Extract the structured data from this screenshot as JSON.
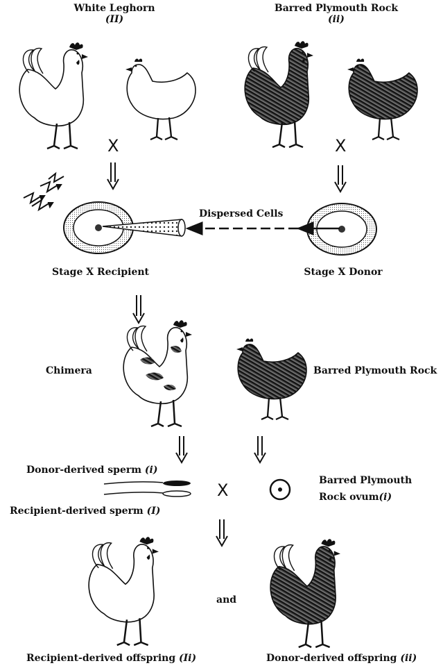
{
  "title_left": {
    "name": "White Leghorn",
    "code": "(II)"
  },
  "title_right": {
    "name": "Barred Plymouth Rock",
    "code": "(ii)"
  },
  "cross_symbol": "X",
  "dispersed_cells": "Dispersed Cells",
  "stage_recipient": "Stage X Recipient",
  "stage_donor": "Stage X Donor",
  "chimera": "Chimera",
  "barred_rock_mid": "Barred Plymouth Rock",
  "donor_sperm": {
    "text": "Donor-derived sperm ",
    "code": "(i)"
  },
  "recipient_sperm": {
    "text": "Recipient-derived sperm ",
    "code": "(I)"
  },
  "ovum_line1": "Barred Plymouth",
  "ovum_line2": {
    "text": "Rock ovum",
    "code": "(i)"
  },
  "and_text": "and",
  "offspring_left": {
    "text": "Recipient-derived offspring ",
    "code": "(Ii)"
  },
  "offspring_right": {
    "text": "Donor-derived offspring ",
    "code": "(ii)"
  },
  "colors": {
    "ink": "#111111",
    "white_feather": "#ffffff",
    "barred_feather": "#3a3a3a",
    "comb": "#1a1a1a"
  }
}
